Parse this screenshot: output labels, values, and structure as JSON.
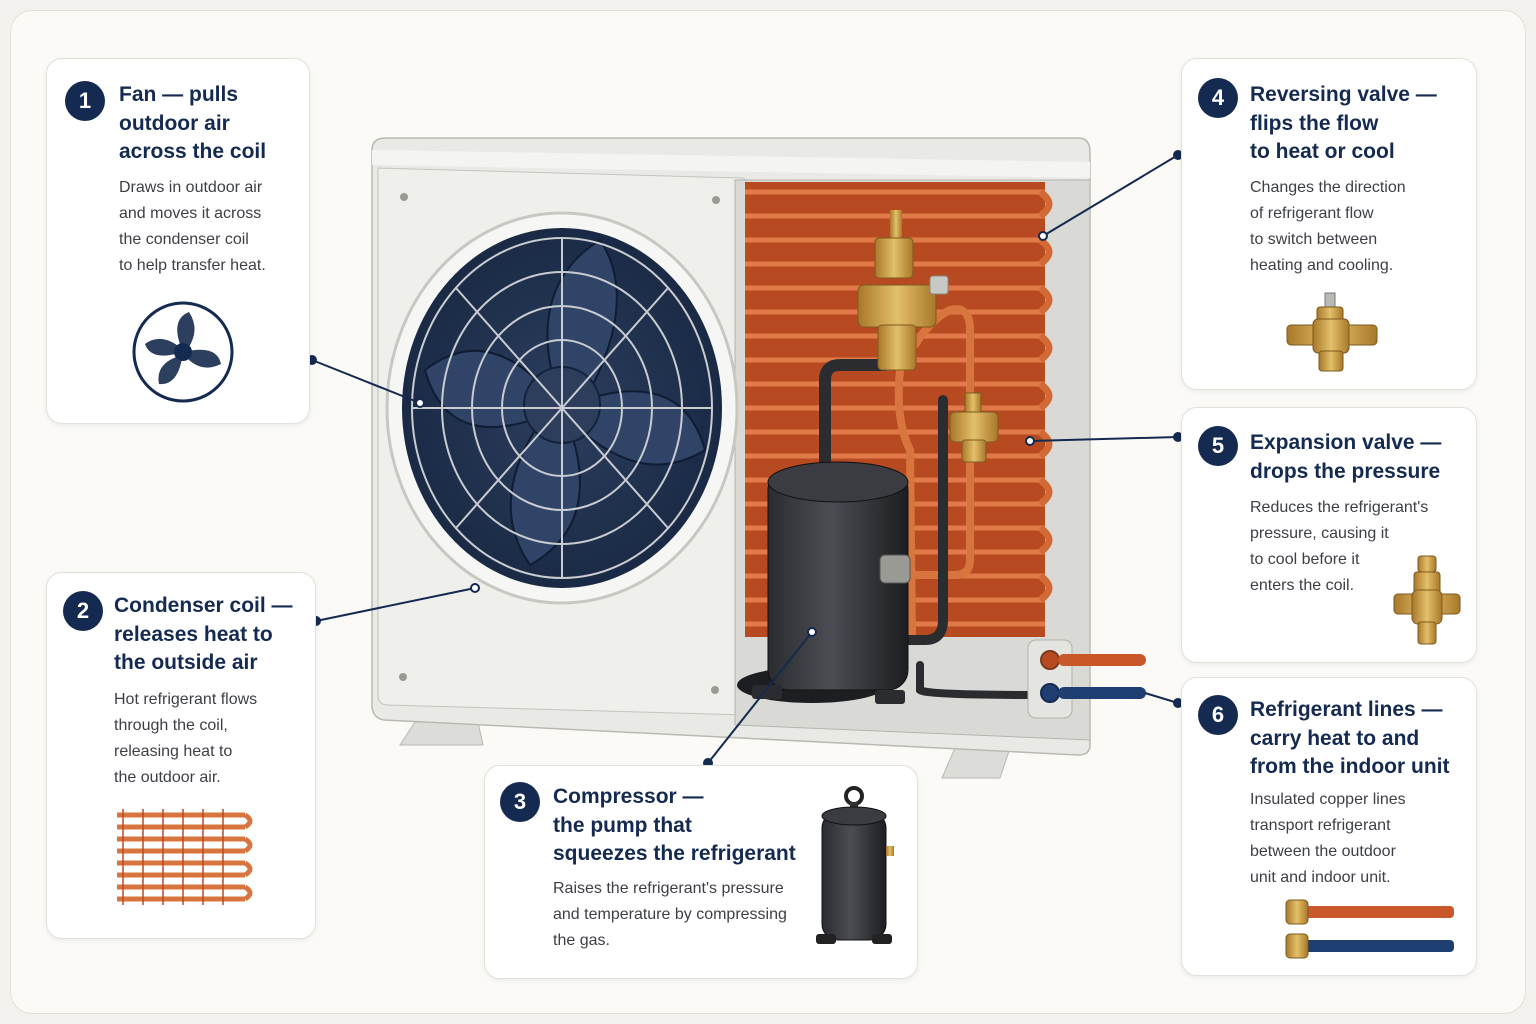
{
  "callouts": [
    {
      "number": "1",
      "title": "Fan — pulls\noutdoor air\nacross the coil",
      "description": "Draws in outdoor air\nand moves it across\nthe condenser coil\nto help transfer heat.",
      "icon": "fan-icon"
    },
    {
      "number": "2",
      "title": "Condenser coil —\nreleases heat to\nthe outside air",
      "description": "Hot refrigerant flows\nthrough the coil,\nreleasing heat to\nthe outdoor air.",
      "icon": "coil-icon"
    },
    {
      "number": "3",
      "title": "Compressor —\nthe pump that\nsqueezes the refrigerant",
      "description": "Raises the refrigerant's pressure\nand temperature by compressing\nthe gas.",
      "icon": "compressor-icon"
    },
    {
      "number": "4",
      "title": "Reversing valve —\nflips the flow\nto heat or cool",
      "description": "Changes the direction\nof refrigerant flow\nto switch between\nheating and cooling.",
      "icon": "reversing-valve-icon"
    },
    {
      "number": "5",
      "title": "Expansion valve —\ndrops the pressure",
      "description": "Reduces the refrigerant's\npressure, causing it\nto cool before it\nenters the coil.",
      "icon": "expansion-valve-icon"
    },
    {
      "number": "6",
      "title": "Refrigerant lines —\ncarry heat to and\nfrom the indoor unit",
      "description": "Insulated copper lines\ntransport refrigerant\nbetween the outdoor\nunit and indoor unit.",
      "icon": "refrigerant-lines-icon"
    }
  ],
  "colors": {
    "navy": "#142a50",
    "copper": "#c8582a",
    "brass": "#c99a3a",
    "blue_line": "#1f3f73",
    "panel": "#ececea"
  }
}
